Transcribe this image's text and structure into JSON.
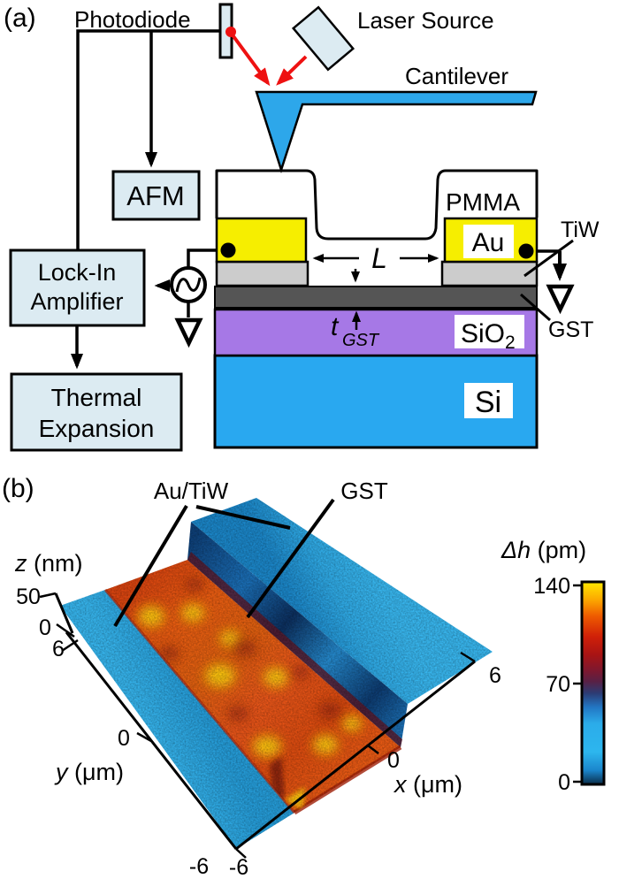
{
  "figure": {
    "description": "AFM thermal expansion measurement schematic and 3D topography scan",
    "panel_a": {
      "label": "(a)",
      "photodiode": "Photodiode",
      "laser_source": "Laser Source",
      "cantilever": "Cantilever",
      "afm": "AFM",
      "lockin_line1": "Lock-In",
      "lockin_line2": "Amplifier",
      "thermal_line1": "Thermal",
      "thermal_line2": "Expansion",
      "pmma": "PMMA",
      "au": "Au",
      "tiw": "TiW",
      "gst": "GST",
      "sio2_main": "SiO",
      "sio2_sub": "2",
      "si": "Si",
      "gap_label": "L",
      "thickness_var": "t",
      "thickness_sub": "GST",
      "colors": {
        "box_fill": "#dcebf2",
        "blue": "#29a8f0",
        "au_yellow": "#f6ee00",
        "tiw_gray": "#cccccc",
        "gst_gray": "#555555",
        "sio2_purple": "#a678e6",
        "laser_red": "#ee1111"
      }
    },
    "panel_b": {
      "label": "(b)",
      "annotation_au_tiw": "Au/TiW",
      "annotation_gst": "GST",
      "z_axis": {
        "var": "z",
        "unit": " (nm)",
        "ticks": [
          "50",
          "0"
        ]
      },
      "y_axis": {
        "var": "y",
        "unit": " (μm)",
        "ticks": [
          "6",
          "0",
          "-6"
        ]
      },
      "x_axis": {
        "var": "x",
        "unit": " (μm)",
        "ticks": [
          "-6",
          "0",
          "6"
        ]
      },
      "colorbar": {
        "title_var": "Δh",
        "title_unit": " (pm)",
        "ticks": [
          "140",
          "70",
          "0"
        ]
      },
      "surface_colors": {
        "electrode_cyan": "#32b0e8",
        "gst_orange": "#e8591a",
        "gst_hot_yellow": "#ffd80a",
        "wall_navy": "#0e3f77"
      }
    }
  },
  "chart_data": {
    "type": "heatmap",
    "title": "AFM thermal expansion map (panel b)",
    "xlabel": "x (μm)",
    "x_range": [
      -6,
      6
    ],
    "x_ticks": [
      -6,
      0,
      6
    ],
    "ylabel": "y (μm)",
    "y_range": [
      -6,
      6
    ],
    "y_ticks": [
      6,
      0,
      -6
    ],
    "zlabel": "z (nm)",
    "z_ticks": [
      50,
      0
    ],
    "color_label": "Δh (pm)",
    "color_range": [
      0,
      140
    ],
    "color_ticks": [
      140,
      70,
      0
    ],
    "legend_position": "right-colorbar",
    "regions": [
      {
        "name": "Au/TiW left electrode",
        "approx_dh_pm": 25,
        "approx_z_nm": 0
      },
      {
        "name": "GST channel",
        "approx_dh_pm": 110
      },
      {
        "name": "Au/TiW right electrode (raised step)",
        "approx_dh_pm": 25,
        "approx_z_nm": 50
      }
    ]
  }
}
